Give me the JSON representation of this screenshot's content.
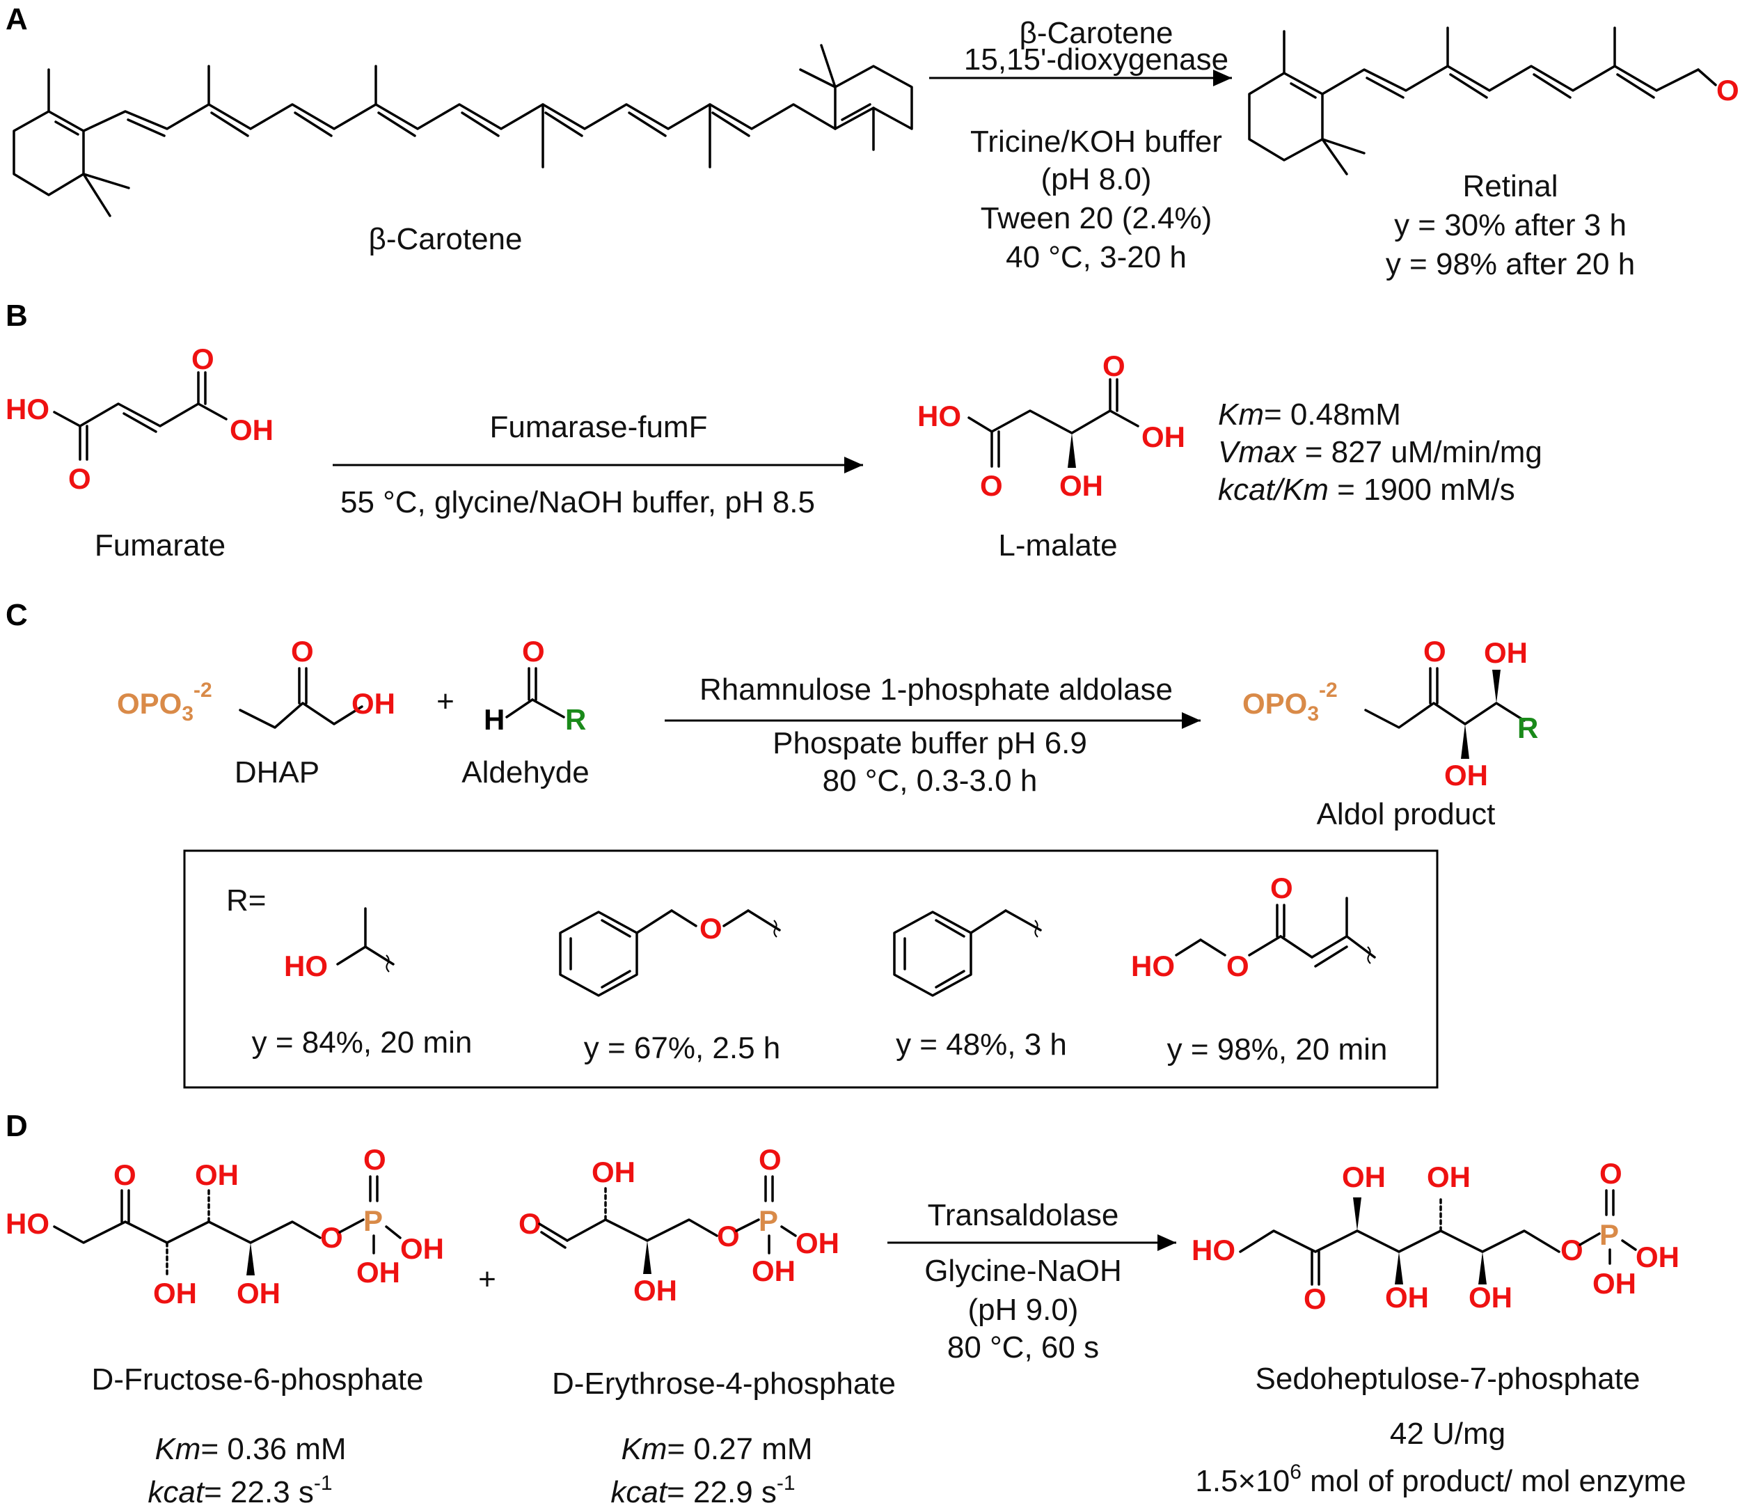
{
  "colors": {
    "heteroatom": "#ee1111",
    "phosphate": "#d98a48",
    "r_group": "#1a8a1a"
  },
  "panels": [
    {
      "label": "A",
      "reactant": "β-Carotene",
      "enzyme_line1": "β-Carotene",
      "enzyme_line2": "15,15'-dioxygenase",
      "conditions": [
        "Tricine/KOH buffer",
        "(pH 8.0)",
        "Tween 20 (2.4%)",
        "40 °C, 3-20 h"
      ],
      "product": "Retinal",
      "product_o": "O",
      "yields": [
        "y = 30% after 3 h",
        "y = 98% after 20 h"
      ]
    },
    {
      "label": "B",
      "reactant": "Fumarate",
      "enzyme": "Fumarase-fumF",
      "conditions": "55 °C, glycine/NaOH buffer, pH 8.5",
      "product": "L-malate",
      "atoms": {
        "ho": "HO",
        "oh": "OH",
        "o": "O"
      },
      "kinetics": [
        {
          "name": "Km",
          "value": "= 0.48mM"
        },
        {
          "name": "Vmax",
          "value": " = 827 uM/min/mg"
        },
        {
          "name": "kcat/Km",
          "value": " = 1900 mM/s"
        }
      ]
    },
    {
      "label": "C",
      "reactant1": "DHAP",
      "reactant2": "Aldehyde",
      "plus": "+",
      "enzyme": "Rhamnulose 1-phosphate aldolase",
      "conditions": [
        "Phospate buffer pH 6.9",
        "80 °C, 0.3-3.0 h"
      ],
      "product": "Aldol product",
      "atoms": {
        "opo3": "OPO",
        "sub3": "3",
        "charge": "-2",
        "h": "H",
        "r": "R",
        "o": "O",
        "oh": "OH",
        "ho": "HO"
      },
      "r_label": "R=",
      "substrates": [
        {
          "yield": "y = 84%, 20 min"
        },
        {
          "yield": "y = 67%, 2.5 h"
        },
        {
          "yield": "y = 48%, 3 h"
        },
        {
          "yield": "y = 98%, 20 min"
        }
      ]
    },
    {
      "label": "D",
      "reactant1": "D-Fructose-6-phosphate",
      "reactant2": "D-Erythrose-4-phosphate",
      "plus": "+",
      "enzyme": "Transaldolase",
      "conditions": [
        "Glycine-NaOH",
        "(pH 9.0)",
        "80 °C, 60 s"
      ],
      "product": "Sedoheptulose-7-phosphate",
      "atoms": {
        "ho": "HO",
        "oh": "OH",
        "o": "O",
        "p": "P"
      },
      "r1_km": {
        "name": "Km",
        "value": "= 0.36 mM"
      },
      "r1_kcat": {
        "name": "kcat",
        "value": "= 22.3 s",
        "exp": "-1"
      },
      "r2_km": {
        "name": "Km",
        "value": "= 0.27 mM"
      },
      "r2_kcat": {
        "name": "kcat",
        "value": "= 22.9 s",
        "exp": "-1"
      },
      "activity": "42 U/mg",
      "turnover_pre": "1.5×10",
      "turnover_exp": "6",
      "turnover_post": " mol of product/ mol enzyme"
    }
  ]
}
